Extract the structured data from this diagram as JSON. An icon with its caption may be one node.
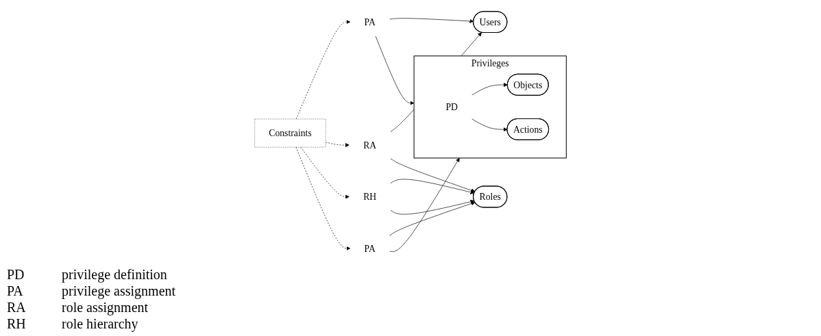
{
  "diagram": {
    "nodes": [
      {
        "text": [
          "PA"
        ]
      },
      {
        "text": [
          "Constraints"
        ]
      },
      {
        "text": [
          "RH"
        ]
      },
      {
        "text": [
          "Users"
        ]
      },
      {
        "text": [
          "RA"
        ]
      },
      {
        "text": [
          "Roles"
        ]
      },
      {
        "text": [
          "PA"
        ]
      },
      {
        "text": [
          "Privileges"
        ]
      },
      {
        "text": [
          "Objects"
        ],
        "in": 7
      },
      {
        "text": [
          "PD"
        ],
        "in": 7
      },
      {
        "text": [
          "Actions"
        ],
        "in": 7
      }
    ],
    "edges": [
      {
        "from": 0,
        "to": 3,
        "arrow": "to"
      },
      {
        "from": 0,
        "to": 7,
        "arrow": "to"
      },
      {
        "from": 1,
        "to": 0,
        "arrow": "to",
        "style": "dashed"
      },
      {
        "from": 1,
        "to": 4,
        "arrow": "to",
        "style": "dashed"
      },
      {
        "from": 1,
        "to": 2,
        "arrow": "to",
        "style": "dashed"
      },
      {
        "from": 1,
        "to": 6,
        "arrow": "to",
        "style": "dashed"
      },
      {
        "from": 2,
        "to": 5,
        "arrow": "to"
      },
      {
        "from": 2,
        "to": 5,
        "arrow": "to"
      },
      {
        "from": 4,
        "to": 3,
        "arrow": "to"
      },
      {
        "from": 4,
        "to": 5,
        "arrow": "to"
      },
      {
        "from": 6,
        "to": 5,
        "arrow": "to"
      },
      {
        "from": 6,
        "to": 7,
        "arrow": "to"
      },
      {
        "from": 9,
        "to": 8,
        "arrow": "to"
      },
      {
        "from": 9,
        "to": 10,
        "arrow": "to"
      }
    ],
    "labels": [
      "PD",
      "privilege definition",
      "PA",
      "privilege assignment",
      "RA",
      "role assignment",
      "RH",
      "role hierarchy"
    ]
  }
}
